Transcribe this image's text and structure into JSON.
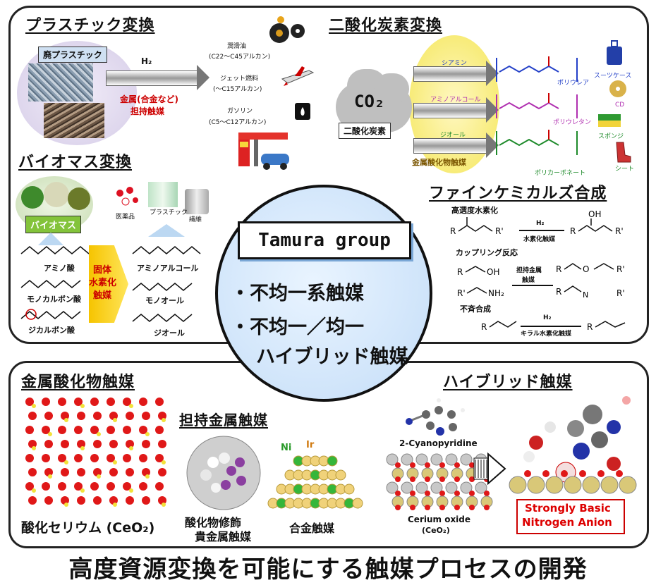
{
  "top": {
    "plastic": {
      "title": "プラスチック変換",
      "label": "廃プラスチック",
      "arrow_top": "H₂",
      "arrow_bottom_1": "金属(合金など)",
      "arrow_bottom_2": "担持触媒",
      "products": [
        "潤滑油",
        "(C22～C45アルカン)",
        "ジェット燃料",
        "(～C15アルカン)",
        "ガソリン",
        "(C5～C12アルカン)"
      ]
    },
    "co2": {
      "title": "二酸化炭素変換",
      "co2_label": "CO₂",
      "co2_caption": "二酸化炭素",
      "reagents": [
        "シアミン",
        "アミノアルコール",
        "ジオール"
      ],
      "catalyst": "金属酸化物触媒",
      "products": [
        "ポリウレア",
        "ポリウレタン",
        "ポリカーボネート"
      ],
      "items": [
        "スーツケース",
        "CD",
        "スポンジ",
        "シート"
      ]
    },
    "biomass": {
      "title": "バイオマス変換",
      "label": "バイオマス",
      "top_items": [
        "医薬品",
        "プラスチック",
        "繊維"
      ],
      "left": [
        "アミノ酸",
        "モノカルボン酸",
        "ジカルボン酸"
      ],
      "middle_1": "固体",
      "middle_2": "水素化",
      "middle_3": "触媒",
      "right": [
        "アミノアルコール",
        "モノオール",
        "ジオール"
      ]
    },
    "fine": {
      "title": "ファインケミカルズ合成",
      "rows": [
        "高選度水素化",
        "カップリング反応",
        "不斉合成"
      ],
      "arrow_labels": [
        "H₂",
        "水素化触媒",
        "担持金属",
        "触媒",
        "H₂",
        "キラル水素化触媒"
      ]
    }
  },
  "center": {
    "group": "Tamura group",
    "bullet1": "・不均一系触媒",
    "bullet2": "・不均一／均一",
    "bullet3": "ハイブリッド触媒"
  },
  "bottom": {
    "metal_oxide": {
      "title": "金属酸化物触媒",
      "caption": "酸化セリウム (CeO₂)"
    },
    "supported": {
      "title": "担持金属触媒",
      "caption1_a": "酸化物修飾",
      "caption1_b": "貴金属触媒",
      "caption2": "合金触媒",
      "ni": "Ni",
      "ir": "Ir"
    },
    "hybrid": {
      "title": "ハイブリッド触媒",
      "cyano": "2-Cyanopyridine",
      "cerium_a": "Cerium oxide",
      "cerium_b": "(CeO₂)",
      "anion_a": "Strongly Basic",
      "anion_b": "Nitrogen Anion"
    }
  },
  "footer": "高度資源変換を可能にする触媒プロセスの開発"
}
